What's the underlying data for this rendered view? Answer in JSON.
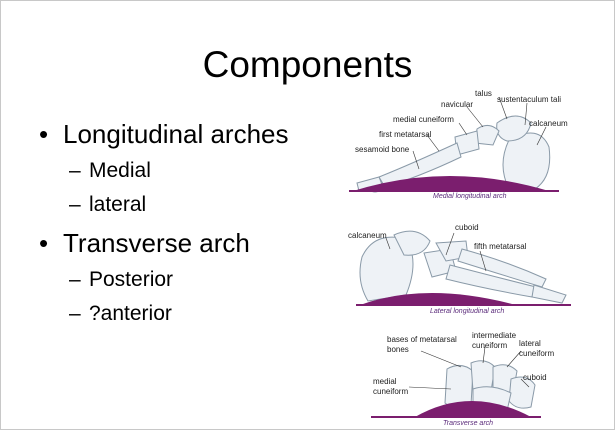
{
  "slide": {
    "title": "Components",
    "bullets": [
      {
        "text": "Longitudinal arches",
        "subs": [
          "Medial",
          "lateral"
        ]
      },
      {
        "text": "Transverse arch",
        "subs": [
          "Posterior",
          "?anterior"
        ]
      }
    ]
  },
  "figures": {
    "medial": {
      "caption": "Medial longitudinal arch",
      "labels": {
        "talus": "talus",
        "navicular": "navicular",
        "sustentaculum_tali": "sustentaculum tali",
        "medial_cuneiform": "medial cuneiform",
        "calcaneum": "calcaneum",
        "first_metatarsal": "first metatarsal",
        "sesamoid_bone": "sesamoid bone"
      }
    },
    "lateral": {
      "caption": "Lateral longitudinal arch",
      "labels": {
        "calcaneum": "calcaneum",
        "cuboid": "cuboid",
        "fifth_metatarsal": "fifth metatarsal"
      }
    },
    "transverse": {
      "caption": "Transverse arch",
      "labels": {
        "bases_line1": "bases of metatarsal",
        "bases_line2": "bones",
        "intermediate_line1": "intermediate",
        "intermediate_line2": "cuneiform",
        "lateral_line1": "lateral",
        "lateral_line2": "cuneiform",
        "cuboid": "cuboid",
        "medial_line1": "medial",
        "medial_line2": "cuneiform"
      }
    }
  },
  "colors": {
    "arch": "#7b1e6e",
    "caption": "#5a2a7a",
    "bone_stroke": "#8a9aa8"
  }
}
